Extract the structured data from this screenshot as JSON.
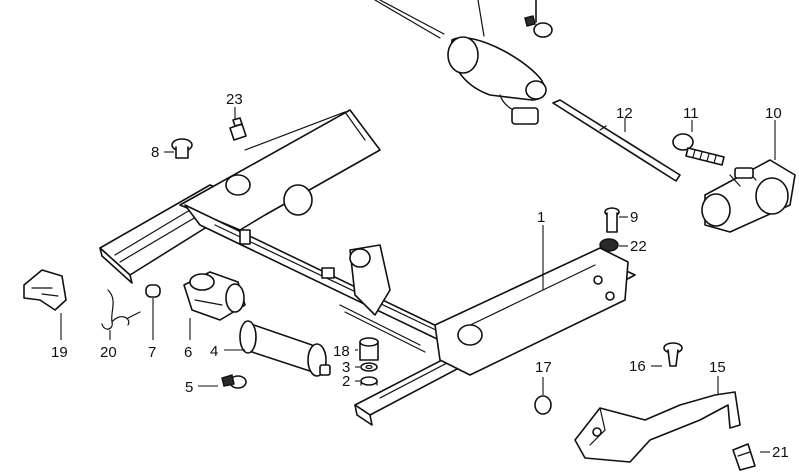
{
  "diagram": {
    "callouts": [
      {
        "id": "1",
        "label": "1"
      },
      {
        "id": "2",
        "label": "2"
      },
      {
        "id": "3",
        "label": "3"
      },
      {
        "id": "4",
        "label": "4"
      },
      {
        "id": "5",
        "label": "5"
      },
      {
        "id": "6",
        "label": "6"
      },
      {
        "id": "7",
        "label": "7"
      },
      {
        "id": "8",
        "label": "8"
      },
      {
        "id": "9",
        "label": "9"
      },
      {
        "id": "10",
        "label": "10"
      },
      {
        "id": "11",
        "label": "11"
      },
      {
        "id": "12",
        "label": "12"
      },
      {
        "id": "15",
        "label": "15"
      },
      {
        "id": "16",
        "label": "16"
      },
      {
        "id": "17",
        "label": "17"
      },
      {
        "id": "18",
        "label": "18"
      },
      {
        "id": "19",
        "label": "19"
      },
      {
        "id": "20",
        "label": "20"
      },
      {
        "id": "21",
        "label": "21"
      },
      {
        "id": "22",
        "label": "22"
      },
      {
        "id": "23",
        "label": "23"
      }
    ]
  }
}
